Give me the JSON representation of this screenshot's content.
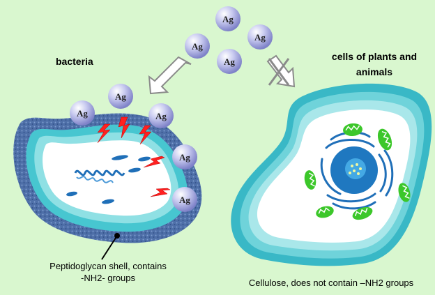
{
  "labels": {
    "bacteria": "bacteria",
    "cells_line1": "cells of plants and",
    "cells_line2": "animals",
    "peptidoglycan_line1": "Peptidoglycan shell, contains",
    "peptidoglycan_line2": "-NH2- groups",
    "cellulose": "Cellulose, does not contain –NH2 groups"
  },
  "ion_label": "Ag",
  "colors": {
    "background": "#d9f7cf",
    "ion_sphere": "#b7b9e6",
    "shell": "#4b6ea8",
    "cytoplasm_edge": "#3fc6d4",
    "nucleus": "#1f78c0",
    "organelle": "#3cc72a",
    "spark": "#ff2020",
    "arrow": "#8a8a8a"
  }
}
